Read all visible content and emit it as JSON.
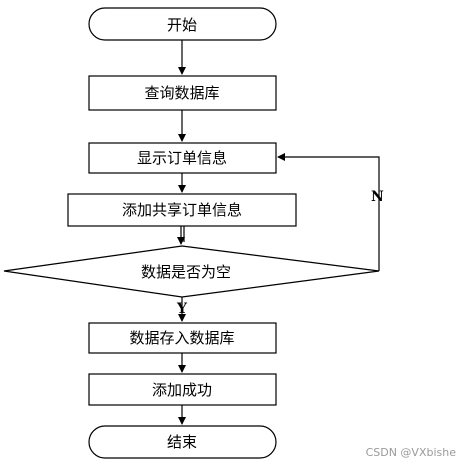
{
  "flowchart": {
    "start": "开始",
    "query_db": "查询数据库",
    "show_orders": "显示订单信息",
    "add_shared": "添加共享订单信息",
    "decision": "数据是否为空",
    "store_db": "数据存入数据库",
    "add_success": "添加成功",
    "end": "结束",
    "yes_label": "Y",
    "no_label": "N"
  },
  "watermark": "CSDN @VXbishe"
}
